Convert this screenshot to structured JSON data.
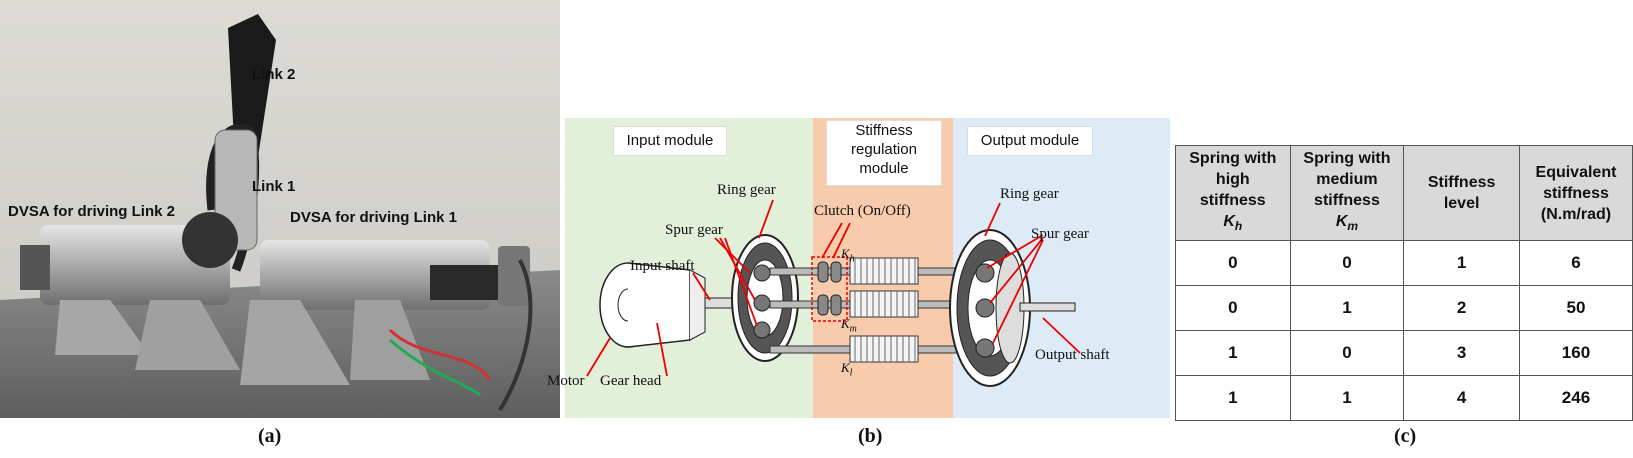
{
  "panel_a": {
    "labels": {
      "link2": "Link 2",
      "link1": "Link 1",
      "dvsa_link2": "DVSA  for driving Link 2",
      "dvsa_link1": "DVSA  for driving Link 1"
    },
    "caption": "(a)"
  },
  "panel_b": {
    "modules": {
      "input": "Input module",
      "stiffness_line1": "Stiffness",
      "stiffness_line2": "regulation",
      "stiffness_line3": "module",
      "output": "Output module"
    },
    "zone_colors": {
      "input": "#e2efd9",
      "stiffness": "#f8cbad",
      "output": "#ddebf7"
    },
    "labels": {
      "ring_gear_left": "Ring gear",
      "spur_gear_left": "Spur gear",
      "input_shaft": "Input shaft",
      "motor": "Motor",
      "gear_head": "Gear head",
      "clutch": "Clutch (On/Off)",
      "ring_gear_right": "Ring gear",
      "spur_gear_right": "Spur gear",
      "output_shaft": "Output shaft"
    },
    "springs": [
      {
        "symbol": "K",
        "sub": "h"
      },
      {
        "symbol": "K",
        "sub": "m"
      },
      {
        "symbol": "K",
        "sub": "l"
      }
    ],
    "caption": "(b)"
  },
  "panel_c": {
    "headers": [
      {
        "line1": "Spring with",
        "line2": "high",
        "line3": "stiffness",
        "symbol": "K",
        "sub": "h"
      },
      {
        "line1": "Spring with",
        "line2": "medium",
        "line3": "stiffness",
        "symbol": "K",
        "sub": "m"
      },
      {
        "line1": "Stiffness",
        "line2": "level"
      },
      {
        "line1": "Equivalent",
        "line2": "stiffness",
        "line3": "(N.m/rad)"
      }
    ],
    "rows": [
      [
        "0",
        "0",
        "1",
        "6"
      ],
      [
        "0",
        "1",
        "2",
        "50"
      ],
      [
        "1",
        "0",
        "3",
        "160"
      ],
      [
        "1",
        "1",
        "4",
        "246"
      ]
    ],
    "caption": "(c)"
  }
}
